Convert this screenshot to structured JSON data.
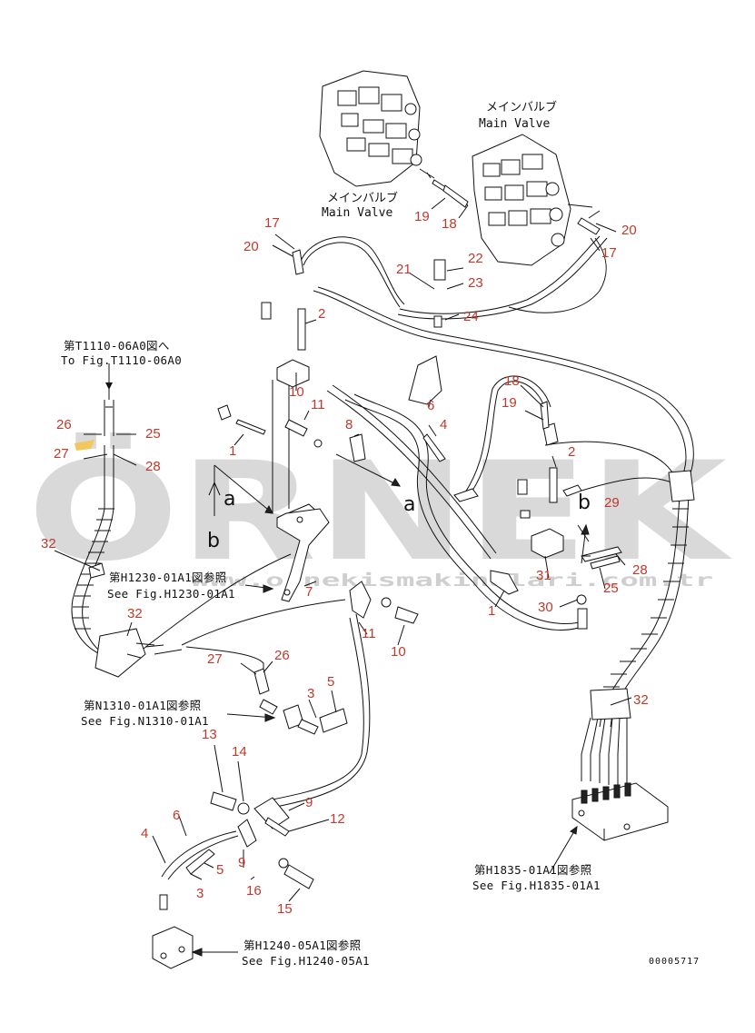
{
  "watermark": {
    "brand": "ÖRNEK",
    "url": "www.ornekismakinalari.com.tr"
  },
  "main_valve_left": {
    "jp": "メインバルブ",
    "en": "Main Valve"
  },
  "main_valve_right": {
    "jp": "メインバルブ",
    "en": "Main Valve"
  },
  "refs": {
    "t1110": {
      "jp": "第T1110-06A0図へ",
      "en": "To Fig.T1110-06A0"
    },
    "h1230": {
      "jp": "第H1230-01A1図参照",
      "en": "See Fig.H1230-01A1"
    },
    "n1310": {
      "jp": "第N1310-01A1図参照",
      "en": "See Fig.N1310-01A1"
    },
    "h1835": {
      "jp": "第H1835-01A1図参照",
      "en": "See Fig.H1835-01A1"
    },
    "h1240": {
      "jp": "第H1240-05A1図参照",
      "en": "See Fig.H1240-05A1"
    }
  },
  "view_flags": {
    "a": "a",
    "b": "b"
  },
  "part_numbers": {
    "p1a": "1",
    "p1b": "1",
    "p2a": "2",
    "p2b": "2",
    "p3a": "3",
    "p3b": "3",
    "p4a": "4",
    "p4b": "4",
    "p5a": "5",
    "p5b": "5",
    "p6a": "6",
    "p6b": "6",
    "p7": "7",
    "p8": "8",
    "p9a": "9",
    "p9b": "9",
    "p10a": "10",
    "p10b": "10",
    "p11a": "11",
    "p11b": "11",
    "p12": "12",
    "p13": "13",
    "p14": "14",
    "p15": "15",
    "p16": "16",
    "p17a": "17",
    "p17b": "17",
    "p18a": "18",
    "p18b": "18",
    "p19a": "19",
    "p19b": "19",
    "p20a": "20",
    "p20b": "20",
    "p21": "21",
    "p22": "22",
    "p23": "23",
    "p24": "24",
    "p25a": "25",
    "p25b": "25",
    "p26a": "26",
    "p26b": "26",
    "p27a": "27",
    "p27b": "27",
    "p28a": "28",
    "p28b": "28",
    "p29": "29",
    "p30": "30",
    "p31": "31",
    "p32a": "32",
    "p32b": "32",
    "p32c": "32"
  },
  "drawing_code": "00005717"
}
